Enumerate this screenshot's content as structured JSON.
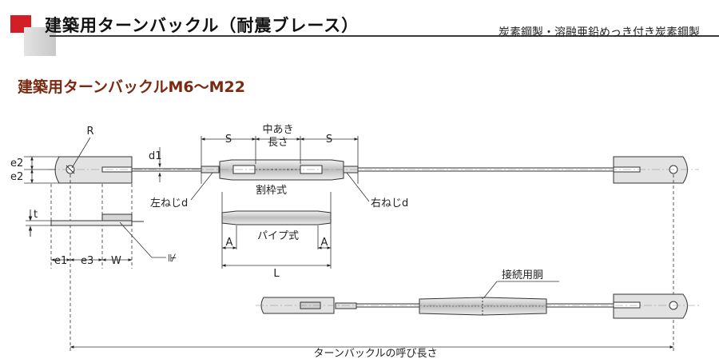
{
  "header": {
    "title": "建築用ターンバックル（耐震ブレース）",
    "spec": "炭素鋼製・溶融亜鉛めっき付き炭素鋼製"
  },
  "subtitle": "建築用ターンバックルM6〜M22",
  "labels": {
    "R": "R",
    "e2_top": "e2",
    "e2_bottom": "e2",
    "d1": "d1",
    "S_left": "S",
    "S_right": "S",
    "opening_line1": "中あき",
    "opening_line2": "長さ",
    "t": "t",
    "e1": "e1",
    "e3": "e3",
    "W": "W",
    "weld_mark": "⊮",
    "left_thread": "左ねじd",
    "right_thread": "右ねじd",
    "split_frame": "割枠式",
    "pipe_type": "パイプ式",
    "A_left": "A",
    "A_right": "A",
    "L": "L",
    "connection_body": "接続用胴",
    "nominal_length": "ターンバックルの呼び長さ"
  }
}
